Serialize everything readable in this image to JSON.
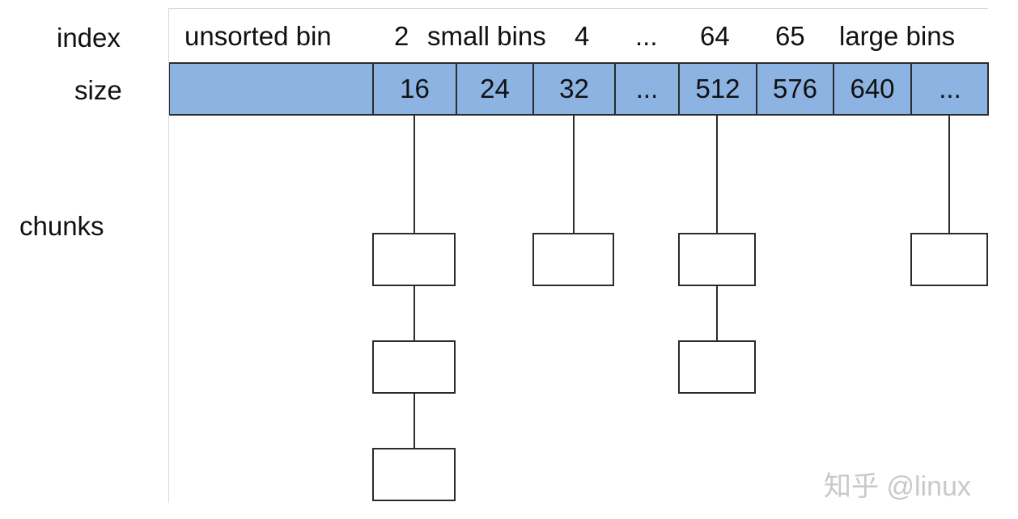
{
  "labels": {
    "index": "index",
    "size": "size",
    "chunks": "chunks"
  },
  "index_row": {
    "unsorted": "unsorted bin",
    "two": "2",
    "small_bins": "small bins",
    "four": "4",
    "ellipsis": "...",
    "sixty_four": "64",
    "sixty_five": "65",
    "large_bins": "large bins"
  },
  "sizes": [
    "",
    "16",
    "24",
    "32",
    "...",
    "512",
    "576",
    "640",
    "..."
  ],
  "chunk_lists": [
    {
      "bin": "16",
      "count": 3
    },
    {
      "bin": "32",
      "count": 1
    },
    {
      "bin": "512",
      "count": 2
    },
    {
      "bin": "...",
      "count": 1
    }
  ],
  "watermark": "知乎 @linux",
  "colors": {
    "bin_fill": "#8db3e2",
    "stroke": "#2b2b2b"
  }
}
